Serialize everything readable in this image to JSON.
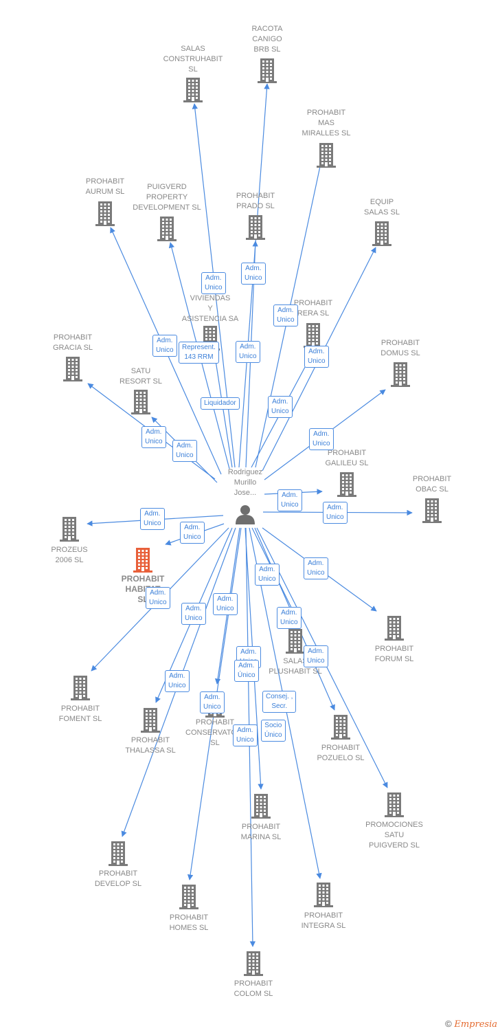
{
  "center": {
    "name": "Rodriguez\nMurillo\nJose...",
    "icon": "person-icon"
  },
  "colors": {
    "edge": "#4a8ae0",
    "building": "#7a7a7a",
    "highlight": "#e8603a",
    "badge_text": "#3b7fd8"
  },
  "companies": [
    {
      "id": "racota",
      "label": "RACOTA\nCANIGO\nBRB  SL",
      "highlight": false
    },
    {
      "id": "salas_constru",
      "label": "SALAS\nCONSTRUHABIT\nSL",
      "highlight": false
    },
    {
      "id": "mas_miralles",
      "label": "PROHABIT\nMAS\nMIRALLES  SL",
      "highlight": false
    },
    {
      "id": "aurum",
      "label": "PROHABIT\nAURUM  SL",
      "highlight": false
    },
    {
      "id": "puigverd",
      "label": "PUIGVERD\nPROPERTY\nDEVELOPMENT SL",
      "highlight": false
    },
    {
      "id": "prado",
      "label": "PROHABIT\nPRADO  SL",
      "highlight": false
    },
    {
      "id": "equip_salas",
      "label": "EQUIP\nSALAS  SL",
      "highlight": false
    },
    {
      "id": "viviendas",
      "label": "VIVIENDAS\nY\nASISTENCIA SA",
      "highlight": false
    },
    {
      "id": "rera",
      "label": "PROHABIT\nRERA  SL",
      "highlight": false
    },
    {
      "id": "gracia",
      "label": "PROHABIT\nGRACIA  SL",
      "highlight": false
    },
    {
      "id": "domus",
      "label": "PROHABIT\nDOMUS  SL",
      "highlight": false
    },
    {
      "id": "satu_resort",
      "label": "SATU\nRESORT  SL",
      "highlight": false
    },
    {
      "id": "galileu",
      "label": "PROHABIT\nGALILEU  SL",
      "highlight": false
    },
    {
      "id": "obac",
      "label": "PROHABIT\nOBAC  SL",
      "highlight": false
    },
    {
      "id": "prozeus",
      "label": "PROZEUS\n2006 SL",
      "highlight": false
    },
    {
      "id": "habitat",
      "label": "PROHABIT\nHABITAT\nSL",
      "highlight": true
    },
    {
      "id": "forum",
      "label": "PROHABIT\nFORUM  SL",
      "highlight": false
    },
    {
      "id": "plushabit",
      "label": "SALAS\nPLUSHABIT  SL",
      "highlight": false
    },
    {
      "id": "foment",
      "label": "PROHABIT\nFOMENT  SL",
      "highlight": false
    },
    {
      "id": "thalassa",
      "label": "PROHABIT\nTHALASSA  SL",
      "highlight": false
    },
    {
      "id": "conservatori",
      "label": "PROHABIT\nCONSERVATORI\nSL",
      "highlight": false
    },
    {
      "id": "pozuelo",
      "label": "PROHABIT\nPOZUELO  SL",
      "highlight": false
    },
    {
      "id": "marina",
      "label": "PROHABIT\nMARINA  SL",
      "highlight": false
    },
    {
      "id": "promociones",
      "label": "PROMOCIONES\nSATU\nPUIGVERD  SL",
      "highlight": false
    },
    {
      "id": "develop",
      "label": "PROHABIT\nDEVELOP  SL",
      "highlight": false
    },
    {
      "id": "homes",
      "label": "PROHABIT\nHOMES  SL",
      "highlight": false
    },
    {
      "id": "integra",
      "label": "PROHABIT\nINTEGRA  SL",
      "highlight": false
    },
    {
      "id": "colom",
      "label": "PROHABIT\nCOLOM  SL",
      "highlight": false
    }
  ],
  "relations": [
    {
      "target": "racota",
      "role": "Adm.\nUnico"
    },
    {
      "target": "salas_constru",
      "role": "Adm.\nUnico"
    },
    {
      "target": "mas_miralles",
      "role": "Adm.\nUnico"
    },
    {
      "target": "aurum",
      "role": "Adm.\nUnico"
    },
    {
      "target": "puigverd",
      "role": "Represent.\n143 RRM"
    },
    {
      "target": "prado",
      "role": "Adm.\nUnico"
    },
    {
      "target": "equip_salas",
      "role": "Adm.\nUnico"
    },
    {
      "target": "viviendas",
      "role": "Liquidador"
    },
    {
      "target": "rera",
      "role": "Adm.\nUnico"
    },
    {
      "target": "gracia",
      "role": "Adm.\nUnico"
    },
    {
      "target": "domus",
      "role": "Adm.\nUnico"
    },
    {
      "target": "satu_resort",
      "role": "Adm.\nUnico"
    },
    {
      "target": "galileu",
      "role": "Adm.\nUnico"
    },
    {
      "target": "obac",
      "role": "Adm.\nUnico"
    },
    {
      "target": "prozeus",
      "role": "Adm.\nUnico"
    },
    {
      "target": "habitat",
      "role": "Adm.\nUnico"
    },
    {
      "target": "forum",
      "role": "Adm.\nUnico"
    },
    {
      "target": "plushabit",
      "role": "Adm.\nUnico"
    },
    {
      "target": "foment",
      "role": "Adm.\nUnico"
    },
    {
      "target": "thalassa",
      "role": "Adm.\nUnico"
    },
    {
      "target": "conservatori",
      "role": "Adm.\nUnico"
    },
    {
      "target": "pozuelo",
      "role": "Adm.\nUnico"
    },
    {
      "target": "marina",
      "role": "Consej. ,\nSecr."
    },
    {
      "target": "marina",
      "role": "Socio\nÚnico"
    },
    {
      "target": "promociones",
      "role": "Adm.\nUnico"
    },
    {
      "target": "develop",
      "role": "Adm.\nUnico"
    },
    {
      "target": "homes",
      "role": "Adm.\nUnico"
    },
    {
      "target": "integra",
      "role": "Adm.\nUnico"
    },
    {
      "target": "colom",
      "role": "Adm.\nUnico"
    },
    {
      "target": "conservatori",
      "role": "Adm.\nÚnico"
    }
  ],
  "footer": {
    "copyright": "©",
    "brand": "Empresia"
  }
}
